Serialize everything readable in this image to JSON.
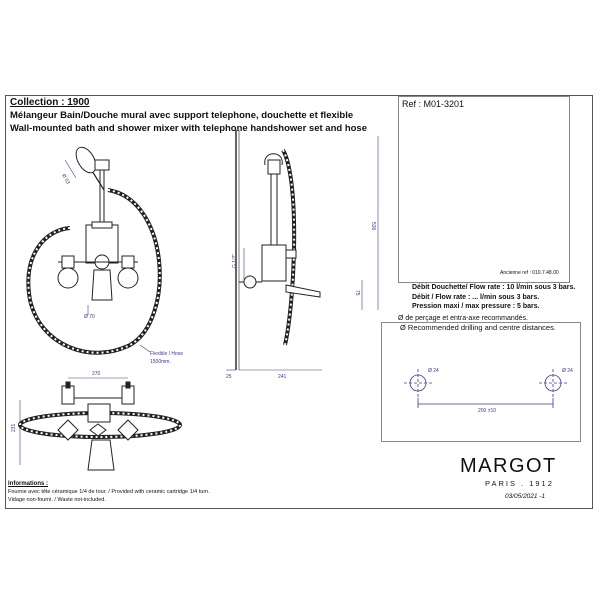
{
  "header": {
    "collection": "Collection : 1900",
    "title_fr": "Mélangeur Bain/Douche mural avec support telephone, douchette et flexible",
    "title_en": "Wall-mounted bath and shower mixer with telephone handshower set and hose"
  },
  "reference": {
    "ref": "Ref : M01-3201",
    "old_ref": "Ancienne ref : 010.7.48.00"
  },
  "specs": {
    "flow_shower": "Débit Douchette/ Flow rate : 10 l/min sous 3 bars.",
    "flow_bath": "Débit / Flow rate : ... l/min sous 3 bars.",
    "pressure": "Pression maxi / max pressure : 5 bars."
  },
  "drilling": {
    "note_fr": "Ø de perçage et entra-axe recommandés.",
    "note_en": "Ø Recommended drilling and centre distances.",
    "hole_left": "Ø 24",
    "hole_right": "Ø 24",
    "centre": "200 ±10"
  },
  "front_view": {
    "dim_handshower": "Ø 63",
    "dim_escutcheon": "Ø 70",
    "hose_label": "Flexible / Hose",
    "hose_length": "1500mm."
  },
  "side_view": {
    "dim_height": "536",
    "dim_thread": "G 1/2\"",
    "dim_spout_height": "75",
    "dim_wall": "25",
    "dim_depth": "241"
  },
  "top_view": {
    "dim_width": "270",
    "dim_height": "231"
  },
  "info": {
    "heading": "Informations :",
    "line1": "Fournie avec tête céramique 1/4 de tour. / Provided with ceramic cartridge 1/4 turn.",
    "line2": "Vidage non-fourni. / Waste not-included."
  },
  "brand": {
    "name": "MARGOT",
    "city": "PARIS . 1912",
    "date": "03/05/2021 -1"
  },
  "colors": {
    "line": "#222222",
    "dimension": "#3a3a9a",
    "brass": "#b8962e",
    "frame": "#555555"
  }
}
